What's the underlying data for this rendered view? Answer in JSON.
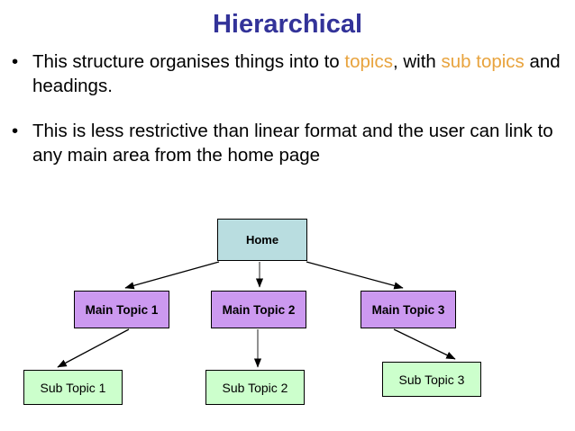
{
  "slide": {
    "title": "Hierarchical",
    "title_color": "#333399",
    "highlight_color": "#E8A33D",
    "background": "#ffffff"
  },
  "bullets": [
    {
      "marker": "•",
      "segments": [
        {
          "text": "This structure organises things into to ",
          "highlight": false
        },
        {
          "text": "topics",
          "highlight": true
        },
        {
          "text": ", with ",
          "highlight": false
        },
        {
          "text": "sub topics",
          "highlight": true
        },
        {
          "text": " and headings.",
          "highlight": false
        }
      ]
    },
    {
      "marker": "•",
      "segments": [
        {
          "text": "This is less restrictive than linear format and the user can link to any main area from the home page",
          "highlight": false
        }
      ]
    }
  ],
  "diagram": {
    "type": "hierarchy-tree",
    "node_colors": {
      "home": "#B9DDE0",
      "main": "#CC99F0",
      "sub": "#CCFFCC",
      "border": "#000000",
      "connector": "#000000"
    },
    "nodes": [
      {
        "id": "home",
        "label": "Home",
        "level": "home"
      },
      {
        "id": "main-1",
        "label": "Main Topic 1",
        "level": "main"
      },
      {
        "id": "main-2",
        "label": "Main Topic 2",
        "level": "main"
      },
      {
        "id": "main-3",
        "label": "Main Topic 3",
        "level": "main"
      },
      {
        "id": "sub-1",
        "label": "Sub Topic 1",
        "level": "sub"
      },
      {
        "id": "sub-2",
        "label": "Sub Topic 2",
        "level": "sub"
      },
      {
        "id": "sub-3",
        "label": "Sub Topic 3",
        "level": "sub"
      }
    ],
    "edges": [
      {
        "from": "home",
        "to": "main-1"
      },
      {
        "from": "home",
        "to": "main-2"
      },
      {
        "from": "home",
        "to": "main-3"
      },
      {
        "from": "main-1",
        "to": "sub-1"
      },
      {
        "from": "main-2",
        "to": "sub-2"
      },
      {
        "from": "main-3",
        "to": "sub-3"
      }
    ]
  }
}
